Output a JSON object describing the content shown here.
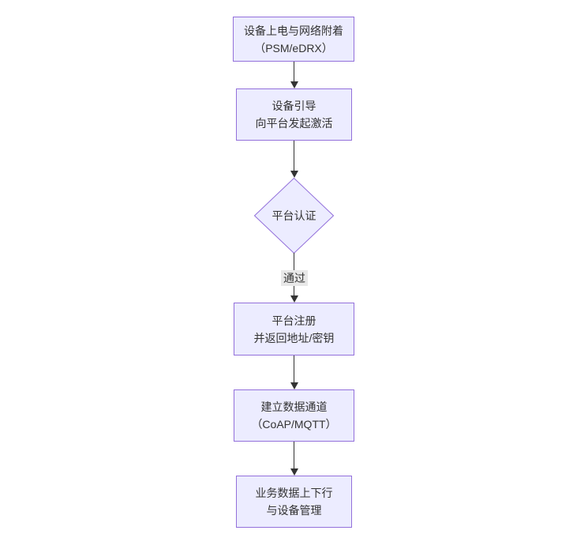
{
  "diagram": {
    "type": "flowchart",
    "direction": "top-down",
    "colors": {
      "node_fill": "#ECECFF",
      "node_border": "#9370DB",
      "edge_line": "#333333",
      "text": "#333333",
      "edge_label_bg": "#e8e8e8",
      "background": "#ffffff"
    },
    "nodes": [
      {
        "id": "n1",
        "shape": "rect",
        "lines": [
          "设备上电与网络附着",
          "（PSM/eDRX）"
        ]
      },
      {
        "id": "n2",
        "shape": "rect",
        "lines": [
          "设备引导",
          "向平台发起激活"
        ]
      },
      {
        "id": "n3",
        "shape": "diamond",
        "lines": [
          "平台认证"
        ]
      },
      {
        "id": "n4",
        "shape": "rect",
        "lines": [
          "平台注册",
          "并返回地址/密钥"
        ]
      },
      {
        "id": "n5",
        "shape": "rect",
        "lines": [
          "建立数据通道",
          "（CoAP/MQTT）"
        ]
      },
      {
        "id": "n6",
        "shape": "rect",
        "lines": [
          "业务数据上下行",
          "与设备管理"
        ]
      }
    ],
    "edges": [
      {
        "from": "n1",
        "to": "n2",
        "label": ""
      },
      {
        "from": "n2",
        "to": "n3",
        "label": ""
      },
      {
        "from": "n3",
        "to": "n4",
        "label": "通过"
      },
      {
        "from": "n4",
        "to": "n5",
        "label": ""
      },
      {
        "from": "n5",
        "to": "n6",
        "label": ""
      }
    ]
  }
}
